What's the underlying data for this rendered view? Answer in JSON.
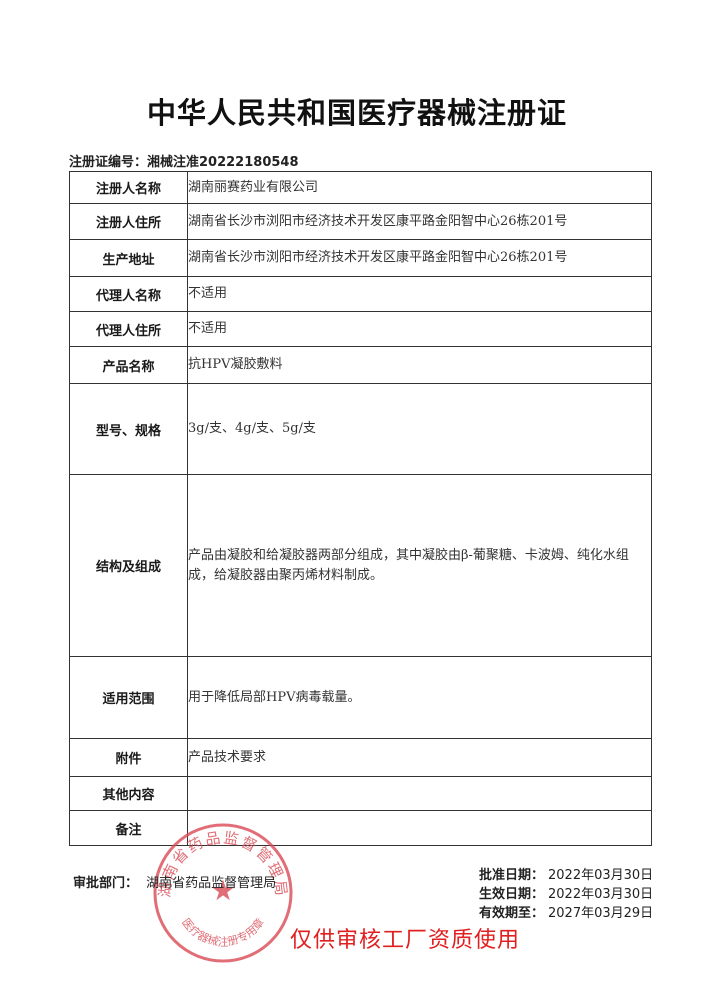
{
  "title": "中华人民共和国医疗器械注册证",
  "registration_number": "注册证编号：湘械注准20222180548",
  "rows": [
    {
      "label": "注册人名称",
      "value": "湖南丽赛药业有限公司"
    },
    {
      "label": "注册人住所",
      "value": "湖南省长沙市浏阳市经济技术开发区康平路金阳智中心26栋201号"
    },
    {
      "label": "生产地址",
      "value": "湖南省长沙市浏阳市经济技术开发区康平路金阳智中心26栋201号"
    },
    {
      "label": "代理人名称",
      "value": "不适用"
    },
    {
      "label": "代理人住所",
      "value": "不适用"
    },
    {
      "label": "产品名称",
      "value": "抗HPV凝胶敷料"
    },
    {
      "label": "型号、规格",
      "value": "3g/支、4g/支、5g/支"
    },
    {
      "label": "结构及组成",
      "value": "产品由凝胶和给凝胶器两部分组成，其中凝胶由β-葡聚糖、卡波姆、纯化水组成，给凝胶器由聚丙烯材料制成。"
    },
    {
      "label": "适用范围",
      "value": "用于降低局部HPV病毒载量。"
    },
    {
      "label": "附件",
      "value": "产品技术要求"
    },
    {
      "label": "其他内容",
      "value": ""
    },
    {
      "label": "备注",
      "value": ""
    }
  ],
  "approval_dept_label": "审批部门：",
  "approval_dept": "湖南省药品监督管理局",
  "dates": [
    {
      "label": "批准日期：",
      "value": "2022年03月30日"
    },
    {
      "label": "生效日期：",
      "value": "2022年03月30日"
    },
    {
      "label": "有效期至：",
      "value": "2027年03月29日"
    }
  ],
  "watermark_note": "仅供审核工厂资质使用",
  "seal": {
    "text_top": "湖南省药品监督管理局",
    "text_bottom": "医疗器械注册专用章",
    "color": "#d94a55"
  },
  "colors": {
    "stamp_red": "#e02020"
  }
}
